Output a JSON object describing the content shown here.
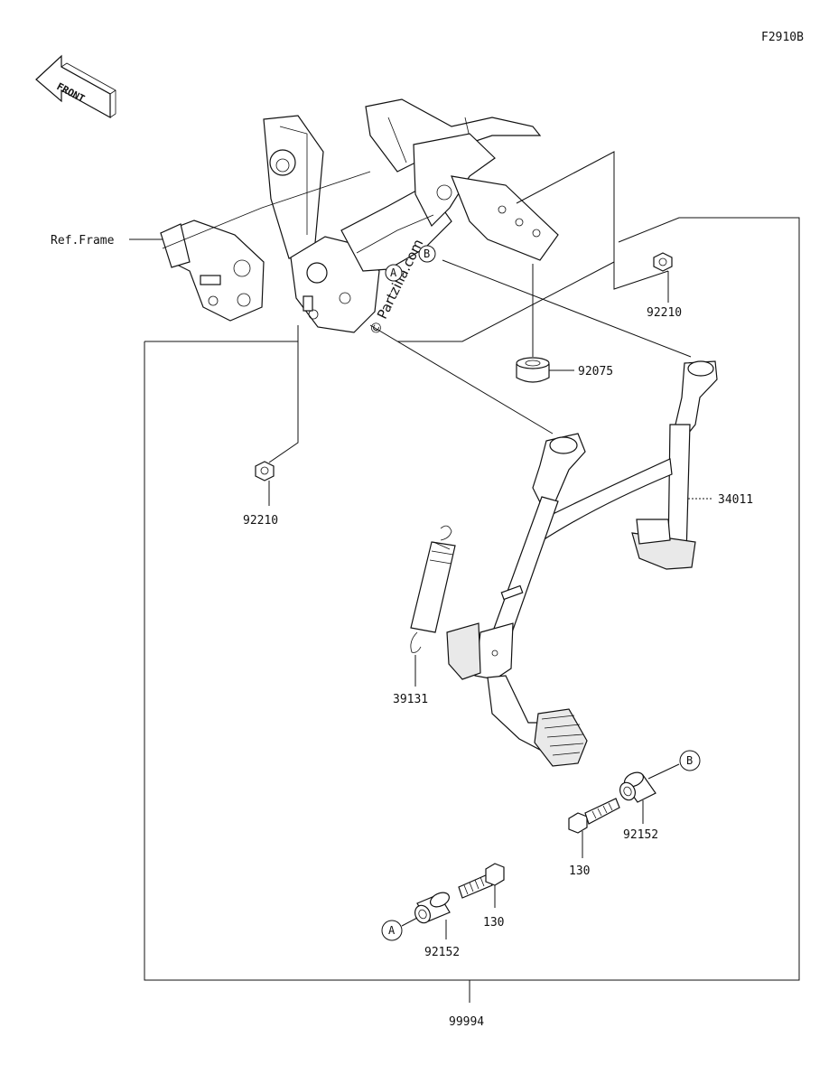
{
  "figure_code": "F2910B",
  "front_label": "FRONT",
  "ref_frame_label": "Ref.Frame",
  "watermark": "© Partzilla.com",
  "callouts": {
    "a": "A",
    "b": "B"
  },
  "parts": {
    "nut_top": "92210",
    "damper": "92075",
    "stand": "34011",
    "nut_left": "92210",
    "spring": "39131",
    "collar_right": "92152",
    "bolt_right": "130",
    "bolt_left": "130",
    "collar_left": "92152",
    "kit": "99994"
  }
}
